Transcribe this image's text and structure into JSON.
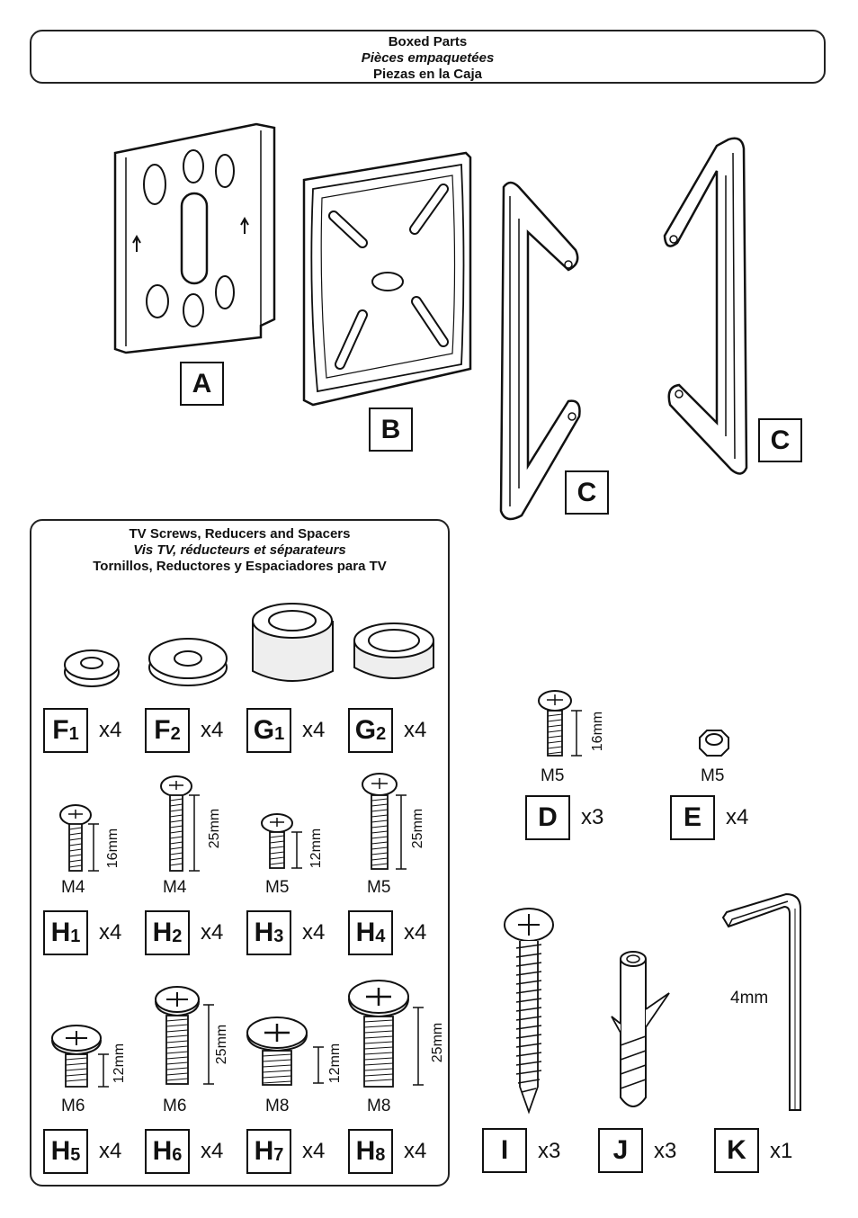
{
  "header": {
    "line1": "Boxed Parts",
    "line2": "Pièces empaquetées",
    "line3": "Piezas en la Caja"
  },
  "tv_section": {
    "line1": "TV Screws, Reducers and Spacers",
    "line2": "Vis TV, réducteurs et séparateurs",
    "line3": "Tornillos, Reductores y Espaciadores para TV"
  },
  "parts": {
    "A": {
      "letter": "A"
    },
    "B": {
      "letter": "B"
    },
    "C1": {
      "letter": "C"
    },
    "C2": {
      "letter": "C"
    },
    "F1": {
      "letter": "F",
      "sub": "1",
      "qty": "x4"
    },
    "F2": {
      "letter": "F",
      "sub": "2",
      "qty": "x4"
    },
    "G1": {
      "letter": "G",
      "sub": "1",
      "qty": "x4"
    },
    "G2": {
      "letter": "G",
      "sub": "2",
      "qty": "x4"
    },
    "H1": {
      "letter": "H",
      "sub": "1",
      "qty": "x4",
      "thread": "M4",
      "length": "16mm"
    },
    "H2": {
      "letter": "H",
      "sub": "2",
      "qty": "x4",
      "thread": "M4",
      "length": "25mm"
    },
    "H3": {
      "letter": "H",
      "sub": "3",
      "qty": "x4",
      "thread": "M5",
      "length": "12mm"
    },
    "H4": {
      "letter": "H",
      "sub": "4",
      "qty": "x4",
      "thread": "M5",
      "length": "25mm"
    },
    "H5": {
      "letter": "H",
      "sub": "5",
      "qty": "x4",
      "thread": "M6",
      "length": "12mm"
    },
    "H6": {
      "letter": "H",
      "sub": "6",
      "qty": "x4",
      "thread": "M6",
      "length": "25mm"
    },
    "H7": {
      "letter": "H",
      "sub": "7",
      "qty": "x4",
      "thread": "M8",
      "length": "12mm"
    },
    "H8": {
      "letter": "H",
      "sub": "8",
      "qty": "x4",
      "thread": "M8",
      "length": "25mm"
    },
    "D": {
      "letter": "D",
      "qty": "x3",
      "thread": "M5",
      "length": "16mm"
    },
    "E": {
      "letter": "E",
      "qty": "x4",
      "thread": "M5"
    },
    "I": {
      "letter": "I",
      "qty": "x3"
    },
    "J": {
      "letter": "J",
      "qty": "x3"
    },
    "K": {
      "letter": "K",
      "qty": "x1",
      "size": "4mm"
    }
  }
}
